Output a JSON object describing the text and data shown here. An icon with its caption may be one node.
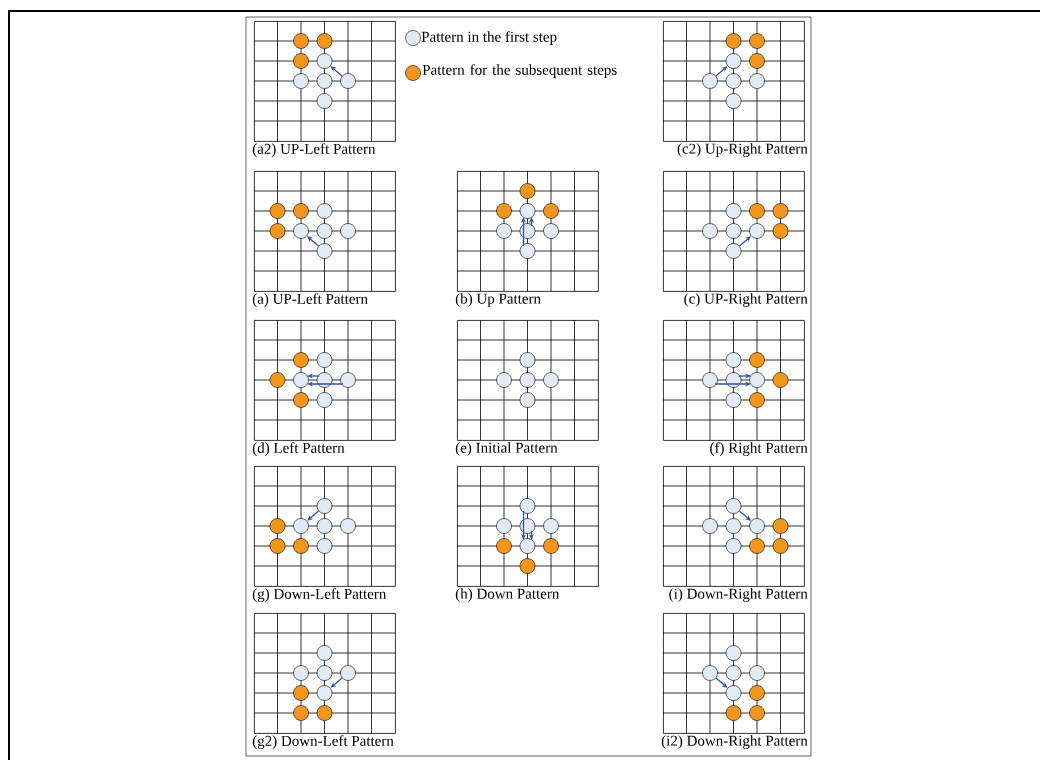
{
  "diagram": {
    "nodes": [
      {
        "text": [
          "(a2) UP-Left Pattern"
        ]
      },
      {
        "text": [],
        "shape": "circle",
        "in": 0
      },
      {
        "text": [],
        "shape": "circle",
        "in": 0
      },
      {
        "text": [],
        "shape": "circle",
        "in": 0
      },
      {
        "text": [],
        "shape": "circle",
        "in": 0
      },
      {
        "text": [],
        "shape": "circle",
        "in": 0
      },
      {
        "text": [],
        "shape": "circle",
        "in": 0
      },
      {
        "text": [],
        "shape": "circle",
        "in": 0
      },
      {
        "text": [],
        "shape": "circle",
        "in": 0
      },
      {
        "text": [
          "(c2) Up-Right Pattern"
        ]
      },
      {
        "text": [],
        "shape": "circle",
        "in": 9
      },
      {
        "text": [],
        "shape": "circle",
        "in": 9
      },
      {
        "text": [],
        "shape": "circle",
        "in": 9
      },
      {
        "text": [],
        "shape": "circle",
        "in": 9
      },
      {
        "text": [],
        "shape": "circle",
        "in": 9
      },
      {
        "text": [],
        "shape": "circle",
        "in": 9
      },
      {
        "text": [],
        "shape": "circle",
        "in": 9
      },
      {
        "text": [],
        "shape": "circle",
        "in": 9
      },
      {
        "text": [
          "(a) UP-Left Pattern"
        ]
      },
      {
        "text": [],
        "shape": "circle",
        "in": 18
      },
      {
        "text": [],
        "shape": "circle",
        "in": 18
      },
      {
        "text": [],
        "shape": "circle",
        "in": 18
      },
      {
        "text": [],
        "shape": "circle",
        "in": 18
      },
      {
        "text": [],
        "shape": "circle",
        "in": 18
      },
      {
        "text": [],
        "shape": "circle",
        "in": 18
      },
      {
        "text": [],
        "shape": "circle",
        "in": 18
      },
      {
        "text": [],
        "shape": "circle",
        "in": 18
      },
      {
        "text": [
          "(b) Up Pattern"
        ]
      },
      {
        "text": [],
        "shape": "circle",
        "in": 27
      },
      {
        "text": [],
        "shape": "circle",
        "in": 27
      },
      {
        "text": [],
        "shape": "circle",
        "in": 27
      },
      {
        "text": [],
        "shape": "circle",
        "in": 27
      },
      {
        "text": [],
        "shape": "circle",
        "in": 27
      },
      {
        "text": [],
        "shape": "circle",
        "in": 27
      },
      {
        "text": [],
        "shape": "circle",
        "in": 27
      },
      {
        "text": [],
        "shape": "circle",
        "in": 27
      },
      {
        "text": [
          "(c) UP-Right Pattern"
        ]
      },
      {
        "text": [],
        "shape": "circle",
        "in": 36
      },
      {
        "text": [],
        "shape": "circle",
        "in": 36
      },
      {
        "text": [],
        "shape": "circle",
        "in": 36
      },
      {
        "text": [],
        "shape": "circle",
        "in": 36
      },
      {
        "text": [],
        "shape": "circle",
        "in": 36
      },
      {
        "text": [],
        "shape": "circle",
        "in": 36
      },
      {
        "text": [],
        "shape": "circle",
        "in": 36
      },
      {
        "text": [],
        "shape": "circle",
        "in": 36
      },
      {
        "text": [
          "(d) Left Pattern"
        ]
      },
      {
        "text": [],
        "shape": "circle",
        "in": 45
      },
      {
        "text": [],
        "shape": "circle",
        "in": 45
      },
      {
        "text": [],
        "shape": "circle",
        "in": 45
      },
      {
        "text": [],
        "shape": "circle",
        "in": 45
      },
      {
        "text": [],
        "shape": "circle",
        "in": 45
      },
      {
        "text": [],
        "shape": "circle",
        "in": 45
      },
      {
        "text": [],
        "shape": "circle",
        "in": 45
      },
      {
        "text": [],
        "shape": "circle",
        "in": 45
      },
      {
        "text": [
          "(e) Initial Pattern"
        ]
      },
      {
        "text": [],
        "shape": "circle",
        "in": 54
      },
      {
        "text": [],
        "shape": "circle",
        "in": 54
      },
      {
        "text": [],
        "shape": "circle",
        "in": 54
      },
      {
        "text": [],
        "shape": "circle",
        "in": 54
      },
      {
        "text": [],
        "shape": "circle",
        "in": 54
      },
      {
        "text": [
          "(f) Right Pattern"
        ]
      },
      {
        "text": [],
        "shape": "circle",
        "in": 60
      },
      {
        "text": [],
        "shape": "circle",
        "in": 60
      },
      {
        "text": [],
        "shape": "circle",
        "in": 60
      },
      {
        "text": [],
        "shape": "circle",
        "in": 60
      },
      {
        "text": [],
        "shape": "circle",
        "in": 60
      },
      {
        "text": [],
        "shape": "circle",
        "in": 60
      },
      {
        "text": [],
        "shape": "circle",
        "in": 60
      },
      {
        "text": [],
        "shape": "circle",
        "in": 60
      },
      {
        "text": [
          "(g) Down-Left Pattern"
        ]
      },
      {
        "text": [],
        "shape": "circle",
        "in": 69
      },
      {
        "text": [],
        "shape": "circle",
        "in": 69
      },
      {
        "text": [],
        "shape": "circle",
        "in": 69
      },
      {
        "text": [],
        "shape": "circle",
        "in": 69
      },
      {
        "text": [],
        "shape": "circle",
        "in": 69
      },
      {
        "text": [],
        "shape": "circle",
        "in": 69
      },
      {
        "text": [],
        "shape": "circle",
        "in": 69
      },
      {
        "text": [],
        "shape": "circle",
        "in": 69
      },
      {
        "text": [
          "(h) Down Pattern"
        ]
      },
      {
        "text": [],
        "shape": "circle",
        "in": 78
      },
      {
        "text": [],
        "shape": "circle",
        "in": 78
      },
      {
        "text": [],
        "shape": "circle",
        "in": 78
      },
      {
        "text": [],
        "shape": "circle",
        "in": 78
      },
      {
        "text": [],
        "shape": "circle",
        "in": 78
      },
      {
        "text": [],
        "shape": "circle",
        "in": 78
      },
      {
        "text": [],
        "shape": "circle",
        "in": 78
      },
      {
        "text": [],
        "shape": "circle",
        "in": 78
      },
      {
        "text": [
          "(i) Down-Right Pattern"
        ]
      },
      {
        "text": [],
        "shape": "circle",
        "in": 87
      },
      {
        "text": [],
        "shape": "circle",
        "in": 87
      },
      {
        "text": [],
        "shape": "circle",
        "in": 87
      },
      {
        "text": [],
        "shape": "circle",
        "in": 87
      },
      {
        "text": [],
        "shape": "circle",
        "in": 87
      },
      {
        "text": [],
        "shape": "circle",
        "in": 87
      },
      {
        "text": [],
        "shape": "circle",
        "in": 87
      },
      {
        "text": [],
        "shape": "circle",
        "in": 87
      },
      {
        "text": [
          "(g2) Down-Left Pattern"
        ]
      },
      {
        "text": [],
        "shape": "circle",
        "in": 96
      },
      {
        "text": [],
        "shape": "circle",
        "in": 96
      },
      {
        "text": [],
        "shape": "circle",
        "in": 96
      },
      {
        "text": [],
        "shape": "circle",
        "in": 96
      },
      {
        "text": [],
        "shape": "circle",
        "in": 96
      },
      {
        "text": [],
        "shape": "circle",
        "in": 96
      },
      {
        "text": [],
        "shape": "circle",
        "in": 96
      },
      {
        "text": [],
        "shape": "circle",
        "in": 96
      },
      {
        "text": [
          "(i2) Down-Right Pattern"
        ]
      },
      {
        "text": [],
        "shape": "circle",
        "in": 105
      },
      {
        "text": [],
        "shape": "circle",
        "in": 105
      },
      {
        "text": [],
        "shape": "circle",
        "in": 105
      },
      {
        "text": [],
        "shape": "circle",
        "in": 105
      },
      {
        "text": [],
        "shape": "circle",
        "in": 105
      },
      {
        "text": [],
        "shape": "circle",
        "in": 105
      },
      {
        "text": [],
        "shape": "circle",
        "in": 105
      },
      {
        "text": [],
        "shape": "circle",
        "in": 105
      }
    ],
    "edges": [
      {
        "from": 7,
        "to": 4,
        "arrow": "to"
      },
      {
        "from": 14,
        "to": 12,
        "arrow": "to"
      },
      {
        "from": 26,
        "to": 23,
        "arrow": "to"
      },
      {
        "from": 35,
        "to": 30,
        "arrow": "to"
      },
      {
        "from": 33,
        "to": 30,
        "arrow": "to"
      },
      {
        "from": 44,
        "to": 42,
        "arrow": "to"
      },
      {
        "from": 51,
        "to": 49,
        "arrow": "to"
      },
      {
        "from": 50,
        "to": 49,
        "arrow": "to"
      },
      {
        "from": 63,
        "to": 65,
        "arrow": "to"
      },
      {
        "from": 64,
        "to": 65,
        "arrow": "to"
      },
      {
        "from": 70,
        "to": 72,
        "arrow": "to"
      },
      {
        "from": 79,
        "to": 84,
        "arrow": "to"
      },
      {
        "from": 81,
        "to": 84,
        "arrow": "to"
      },
      {
        "from": 88,
        "to": 91,
        "arrow": "to"
      },
      {
        "from": 100,
        "to": 102,
        "arrow": "to"
      },
      {
        "from": 107,
        "to": 110,
        "arrow": "to"
      }
    ],
    "legend": [
      {
        "text": "Pattern in the first step",
        "color": "#e4eaf4"
      },
      {
        "text": "Pattern for the subsequent steps",
        "color": "#f3961e"
      }
    ]
  }
}
